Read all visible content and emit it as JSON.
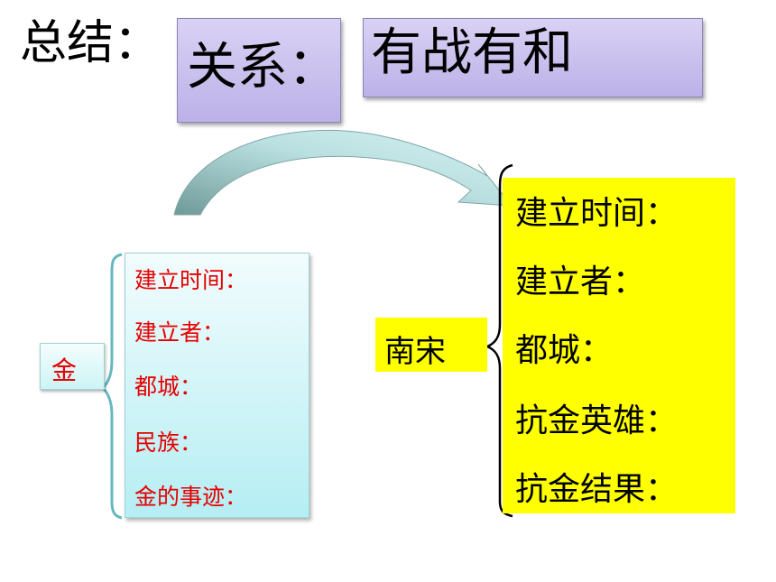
{
  "title": "总结：",
  "relation_label": "关系：",
  "relation_value": "有战有和",
  "jin": {
    "name": "金",
    "items": [
      "建立时间：",
      "建立者：",
      "都城：",
      "民族：",
      "金的事迹："
    ]
  },
  "song": {
    "name": "南宋",
    "items": [
      "建立时间：",
      "建立者：",
      "都城：",
      "抗金英雄：",
      "抗金结果："
    ]
  },
  "colors": {
    "yellow": "#ffff00",
    "red_text": "#e60000",
    "lavender": "#c8bff0",
    "cyan": "#c8f3f6"
  }
}
